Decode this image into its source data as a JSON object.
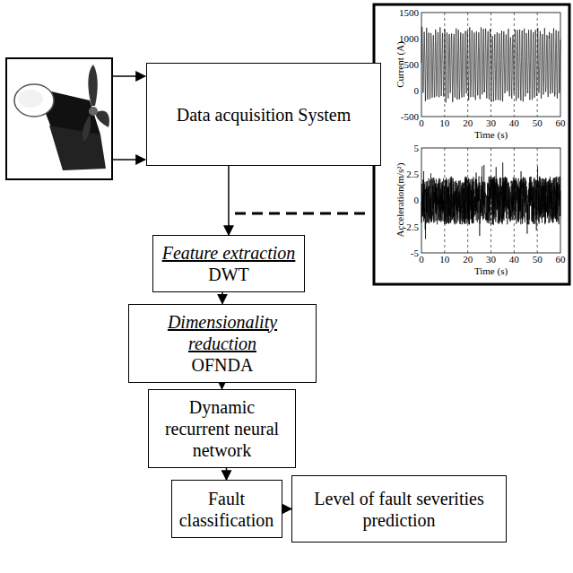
{
  "diagram": {
    "nodes": [
      {
        "text": [
          "Data acquisition System"
        ]
      },
      {
        "text": [
          "Feature extraction",
          "DWT"
        ]
      },
      {
        "text": [
          "Dimensionality reduction",
          "OFNDA"
        ]
      },
      {
        "text": [
          "Dynamic recurrent neural network"
        ]
      },
      {
        "text": [
          "Fault classification"
        ]
      },
      {
        "text": [
          "Level of fault severities prediction"
        ]
      }
    ],
    "edges": [
      {
        "from": 0,
        "to": 1,
        "arrow": "to"
      },
      {
        "from": 1,
        "to": 2,
        "arrow": "to"
      },
      {
        "from": 2,
        "to": 3,
        "arrow": "to"
      },
      {
        "from": 3,
        "to": 4,
        "arrow": "to"
      },
      {
        "from": 4,
        "to": 5,
        "arrow": "to"
      }
    ],
    "labels": [
      "Current (A)",
      "1500",
      "1000",
      "500",
      "0",
      "-500",
      "0",
      "10",
      "20",
      "30",
      "40",
      "50",
      "60",
      "Time (s)",
      "Acceleration(m/s²)",
      "5",
      "2.5",
      "0",
      "-2.5",
      "-5",
      "0",
      "10",
      "20",
      "30",
      "40",
      "50",
      "60",
      "Time (s)"
    ]
  }
}
